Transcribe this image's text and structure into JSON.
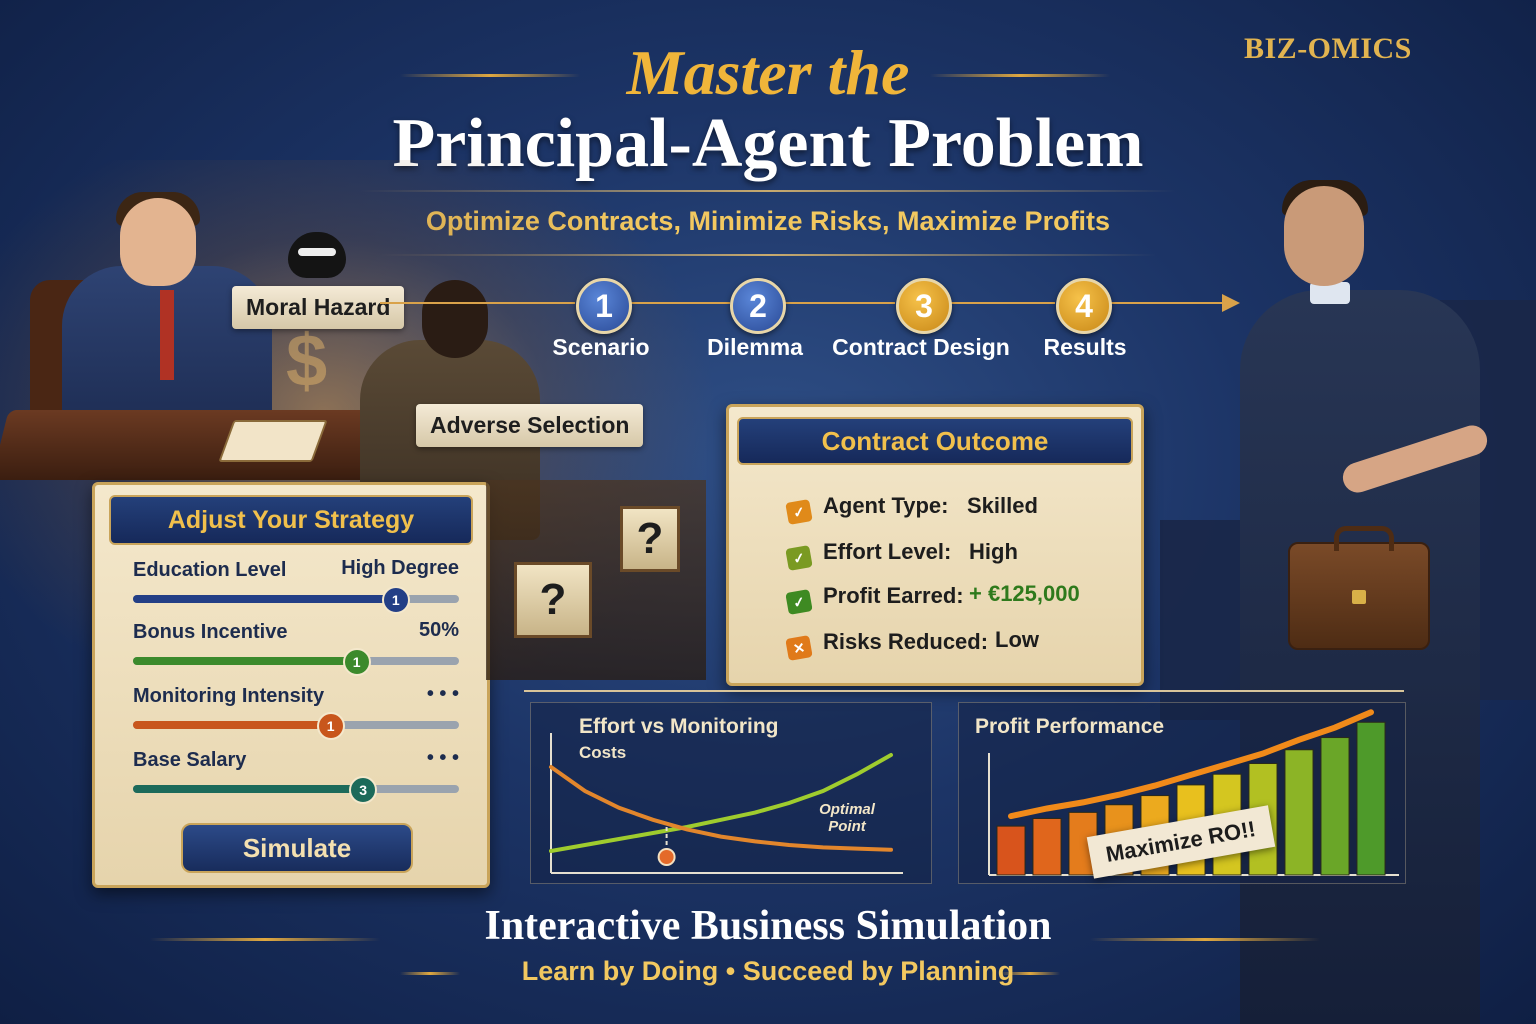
{
  "brand": "BIZ-OMICS",
  "header": {
    "title_line1": "Master the",
    "title_line2": "Principal-Agent Problem",
    "subtitle": "Optimize Contracts, Minimize Risks, Maximize Profits"
  },
  "tags": {
    "moral_hazard": "Moral Hazard",
    "adverse_selection": "Adverse Selection"
  },
  "steps": [
    {
      "number": "1",
      "label": "Scenario"
    },
    {
      "number": "2",
      "label": "Dilemma"
    },
    {
      "number": "3",
      "label": "Contract Design"
    },
    {
      "number": "4",
      "label": "Results"
    }
  ],
  "strategy": {
    "title": "Adjust Your Strategy",
    "sliders": [
      {
        "label": "Education Level",
        "value": "High Degree",
        "knob": "1",
        "level": 0.8,
        "color": "#233f86"
      },
      {
        "label": "Bonus Incentive",
        "value": "50%",
        "knob": "1",
        "level": 0.68,
        "color": "#3c8a2c"
      },
      {
        "label": "Monitoring Intensity",
        "value": "• • •",
        "knob": "1",
        "level": 0.6,
        "color": "#c8561c"
      },
      {
        "label": "Base Salary",
        "value": "• • •",
        "knob": "3",
        "level": 0.7,
        "color": "#1c6a5a"
      }
    ],
    "button": "Simulate"
  },
  "outcome": {
    "title": "Contract Outcome",
    "rows": [
      {
        "icon": "orange-check-icon",
        "label": "Agent Type:",
        "value": "Skilled",
        "icon_color": "#e08a1a",
        "value_color": "#1d1d1d"
      },
      {
        "icon": "green-check-icon",
        "label": "Effort Level:",
        "value": "High",
        "icon_color": "#7a9a22",
        "value_color": "#1d1d1d"
      },
      {
        "icon": "green-check-icon",
        "label": "Profit Earred:",
        "value": "+ €125,000",
        "icon_color": "#3e8a22",
        "value_color": "#2e7a1c"
      },
      {
        "icon": "orange-x-icon",
        "label": "Risks Reduced:",
        "value": "Low",
        "icon_color": "#e07a1a",
        "value_color": "#1d1d1d"
      }
    ]
  },
  "mystery_boxes": [
    "?",
    "?"
  ],
  "effort_chart": {
    "title": "Effort vs Monitoring",
    "subtitle": "Costs",
    "annotation": "Optimal Point"
  },
  "profit_chart": {
    "title": "Profit Performance",
    "banner": "Maximize RO!!"
  },
  "chart_data": [
    {
      "type": "line",
      "title": "Effort vs Monitoring",
      "subtitle": "Costs",
      "x": [
        0,
        1,
        2,
        3,
        4,
        5,
        6,
        7,
        8,
        9,
        10
      ],
      "series": [
        {
          "values": [
            1.0,
            1.5,
            2.0,
            2.5,
            3.0,
            3.6,
            4.2,
            5.0,
            6.0,
            7.4,
            9.0
          ]
        },
        {
          "values": [
            8.0,
            6.0,
            4.6,
            3.6,
            2.8,
            2.2,
            1.8,
            1.5,
            1.3,
            1.2,
            1.1
          ]
        }
      ],
      "annotations": [
        "Optimal Point"
      ],
      "xlim": [
        0,
        10
      ],
      "ylim": [
        0,
        10
      ]
    },
    {
      "type": "bar",
      "title": "Profit Performance",
      "values": [
        3.2,
        3.7,
        4.1,
        4.6,
        5.2,
        5.9,
        6.6,
        7.3,
        8.2,
        9.0,
        10.0
      ],
      "ylim": [
        0,
        11
      ],
      "annotations": [
        "Maximize RO!!"
      ]
    }
  ]
}
